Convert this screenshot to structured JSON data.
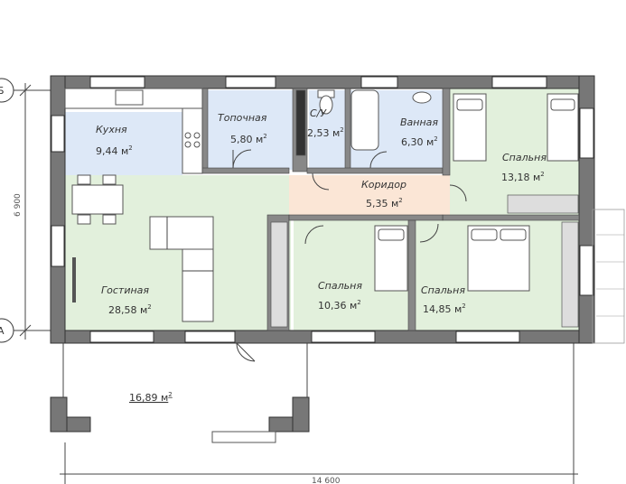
{
  "rooms": [
    {
      "name": "Кухня",
      "area": "9,44 м",
      "unit_sup": "2"
    },
    {
      "name": "Топочная",
      "area": "5,80 м",
      "unit_sup": "2"
    },
    {
      "name": "С/У",
      "area": "2,53 м",
      "unit_sup": "2"
    },
    {
      "name": "Ванная",
      "area": "6,30 м",
      "unit_sup": "2"
    },
    {
      "name": "Спальня",
      "area": "13,18 м",
      "unit_sup": "2"
    },
    {
      "name": "Коридор",
      "area": "5,35 м",
      "unit_sup": "2"
    },
    {
      "name": "Гостиная",
      "area": "28,58 м",
      "unit_sup": "2"
    },
    {
      "name": "Спальня",
      "area": "10,36 м",
      "unit_sup": "2"
    },
    {
      "name": "Спальня",
      "area": "14,85 м",
      "unit_sup": "2"
    }
  ],
  "terrace": {
    "area": "16,89 м",
    "unit_sup": "2"
  },
  "dimensions": {
    "height": "6 900",
    "width": "14 600"
  },
  "axes": {
    "top": "Б",
    "bottom": "А"
  },
  "colors": {
    "kitchen": "#dde8f7",
    "bath": "#dde8f7",
    "living": "#e2f0dc",
    "corridor": "#fbe6d6",
    "wall": "#777777"
  }
}
